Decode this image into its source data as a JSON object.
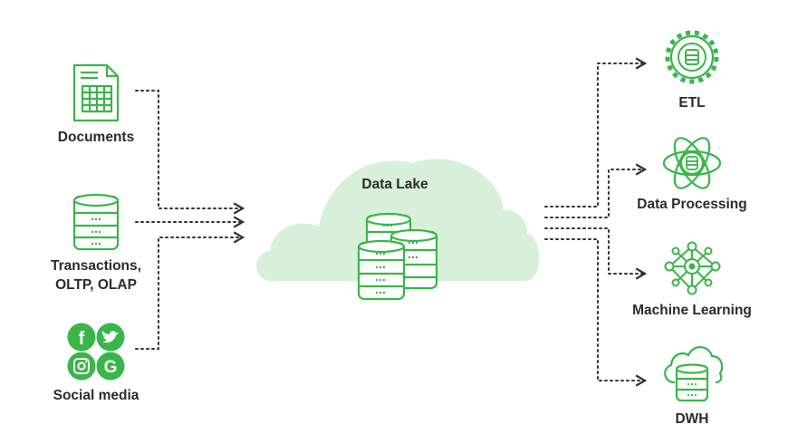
{
  "colors": {
    "accent": "#3ab54a",
    "cloud": "#d8f0d9",
    "connector": "#333333",
    "text": "#2b2b2b"
  },
  "center": {
    "title": "Data Lake"
  },
  "sources": [
    {
      "label_line1": "Documents",
      "icon": "spreadsheet-document-icon"
    },
    {
      "label_line1": "Transactions,",
      "label_line2": "OLTP, OLAP",
      "icon": "database-stack-icon"
    },
    {
      "label_line1": "Social media",
      "icon": "social-media-icons",
      "networks": [
        "facebook",
        "twitter",
        "instagram",
        "google"
      ]
    }
  ],
  "destinations": [
    {
      "label": "ETL",
      "icon": "gear-database-icon"
    },
    {
      "label": "Data Processing",
      "icon": "atom-database-icon"
    },
    {
      "label": "Machine Learning",
      "icon": "neural-network-icon"
    },
    {
      "label": "DWH",
      "icon": "cloud-database-icon"
    }
  ]
}
